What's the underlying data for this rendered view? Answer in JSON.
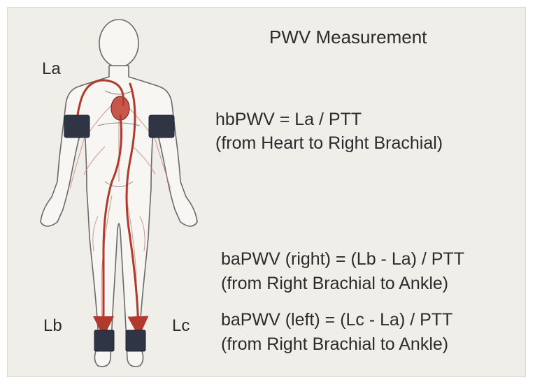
{
  "title": "PWV Measurement",
  "labels": {
    "la": "La",
    "lb": "Lb",
    "lc": "Lc"
  },
  "formulas": [
    {
      "equation": "hbPWV = La / PTT",
      "description": "(from Heart to Right Brachial)"
    },
    {
      "equation": "baPWV (right) = (Lb - La) / PTT",
      "description": "(from Right Brachial to Ankle)"
    },
    {
      "equation": "baPWV (left) = (Lc - La) / PTT",
      "description": "(from Right Brachial to Ankle)"
    }
  ],
  "colors": {
    "background": "#efeee9",
    "outline": "#6a6a6a",
    "artery": "#b03a2e",
    "cuff": "#2f3545",
    "text": "#2b2b2b"
  }
}
